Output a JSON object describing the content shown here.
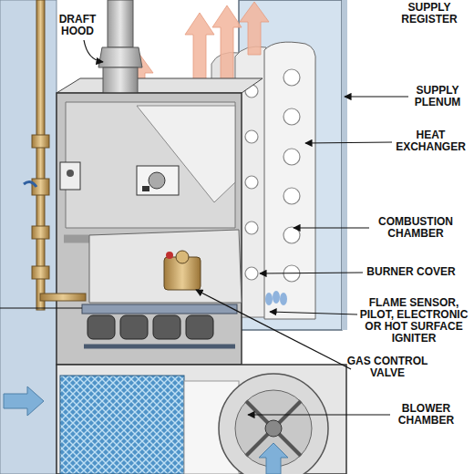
{
  "diagram": {
    "labels": [
      "DRAFT HOOD",
      "SUPPLY REGISTER",
      "SUPPLY PLENUM",
      "HEAT EXCHANGER",
      "COMBUSTION CHAMBER",
      "BURNER COVER",
      "FLAME SENSOR, PILOT, ELECTRONIC OR HOT SURFACE IGNITER",
      "GAS CONTROL VALVE",
      "BLOWER CHAMBER"
    ]
  }
}
